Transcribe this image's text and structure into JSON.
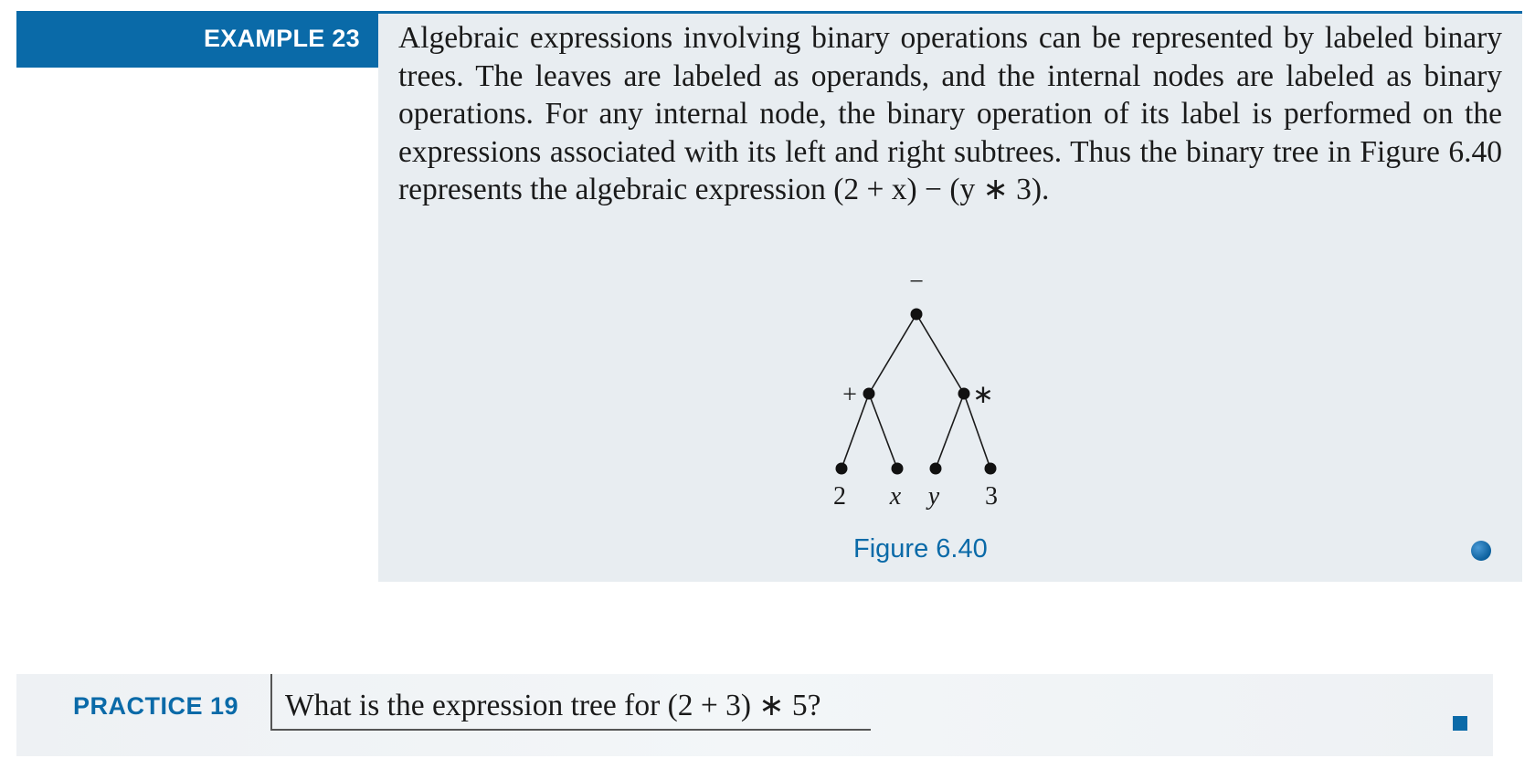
{
  "example": {
    "label": "EXAMPLE 23",
    "text": "Algebraic expressions involving binary operations can be represented by labeled binary trees. The leaves are labeled as operands, and the internal nodes are labeled as binary operations. For any internal node, the binary operation of its label is performed on the expressions associated with its left and right subtrees. Thus the binary tree in Figure 6.40 represents the algebraic expression",
    "expression": "(2 + x) − (y ∗ 3).",
    "figure_caption": "Figure 6.40",
    "accent_color": "#0a6aa8"
  },
  "tree": {
    "root": "−",
    "left_op": "+",
    "right_op": "∗",
    "leaves": [
      "2",
      "x",
      "y",
      "3"
    ]
  },
  "practice": {
    "label": "PRACTICE 19",
    "question": "What is the expression tree for (2 + 3) ∗ 5?"
  }
}
